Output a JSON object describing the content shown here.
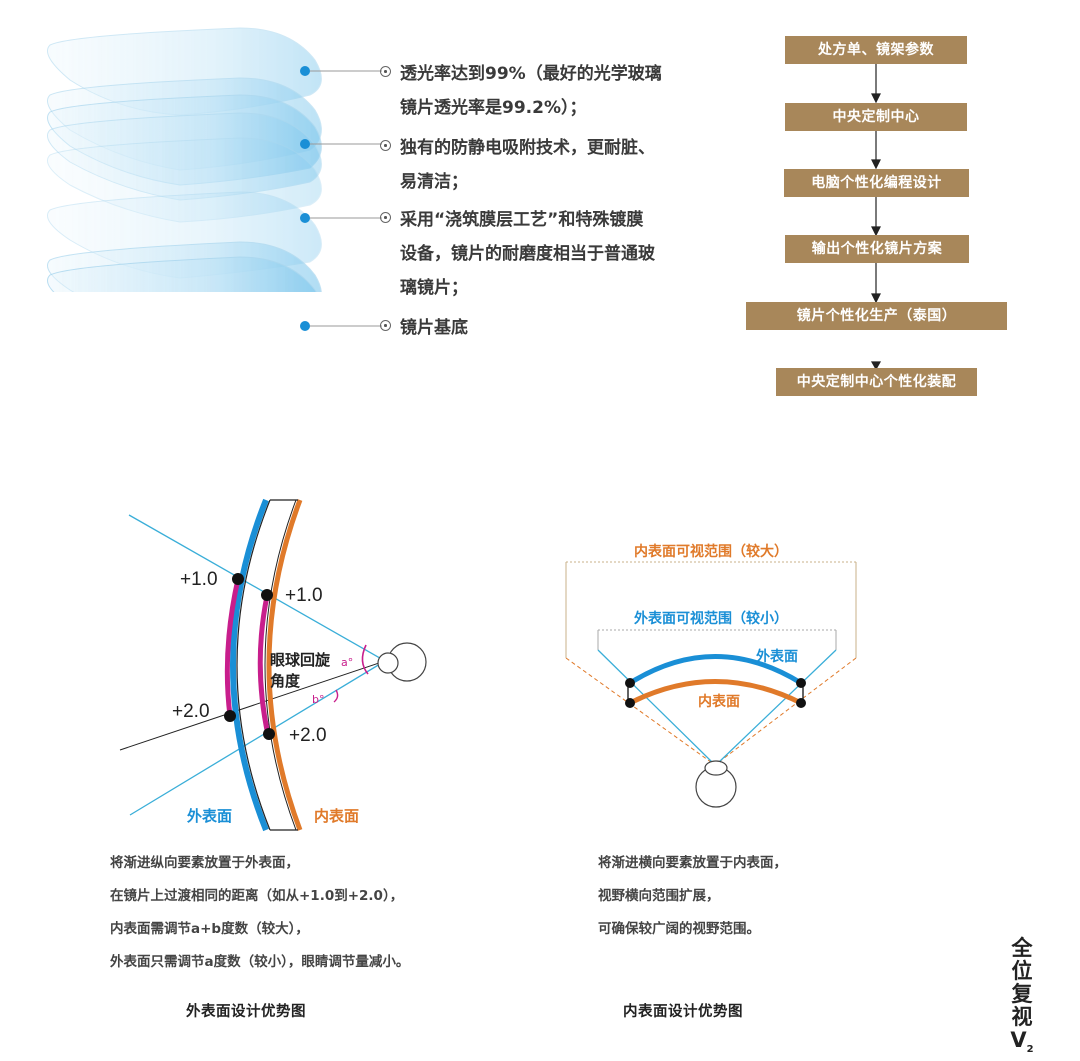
{
  "lens_layers": {
    "features": [
      {
        "text_line1": "透光率达到99%（最好的光学玻璃",
        "text_line2": "镜片透光率是99.2%）；",
        "text_line3": ""
      },
      {
        "text_line1": "独有的防静电吸附技术，更耐脏、",
        "text_line2": "易清洁；",
        "text_line3": ""
      },
      {
        "text_line1": "采用“浇筑膜层工艺”和特殊镀膜",
        "text_line2": "设备，镜片的耐磨度相当于普通玻",
        "text_line3": "璃镜片；"
      },
      {
        "text_line1": "镜片基底",
        "text_line2": "",
        "text_line3": ""
      }
    ],
    "dot_color": "#1a8fd6"
  },
  "flowchart": {
    "box_color": "#a8875a",
    "steps": [
      "处方单、镜架参数",
      "中央定制中心",
      "电脑个性化编程设计",
      "输出个性化镜片方案",
      "镜片个性化生产（泰国）",
      "中央定制中心个性化装配"
    ]
  },
  "outer_diagram": {
    "labels": {
      "outer_plus1": "+1.0",
      "inner_plus1": "+1.0",
      "outer_plus2": "+2.0",
      "inner_plus2": "+2.0",
      "rotation_line1": "眼球回旋",
      "rotation_line2": "角度",
      "angle_a": "a°",
      "angle_b": "b°",
      "outer_surface": "外表面",
      "inner_surface": "内表面"
    },
    "description": [
      "将渐进纵向要素放置于外表面，",
      "在镜片上过渡相同的距离（如从+1.0到+2.0），",
      "内表面需调节a+b度数（较大），",
      "外表面只需调节a度数（较小），眼睛调节量减小。"
    ],
    "caption": "外表面设计优势图"
  },
  "inner_diagram": {
    "labels": {
      "inner_range": "内表面可视范围（较大）",
      "outer_range": "外表面可视范围（较小）",
      "outer_surface": "外表面",
      "inner_surface": "内表面"
    },
    "description": [
      "将渐进横向要素放置于内表面，",
      "视野横向范围扩展，",
      "可确保较广阔的视野范围。"
    ],
    "caption": "内表面设计优势图"
  },
  "colors": {
    "outer_blue": "#1a8fd6",
    "inner_orange": "#e07a2a",
    "magenta": "#c81e8c",
    "line_teal": "#3aaed8"
  },
  "brand": {
    "chars": [
      "全",
      "位",
      "复",
      "视"
    ],
    "suffix": "V",
    "suffix_sub": "2"
  }
}
